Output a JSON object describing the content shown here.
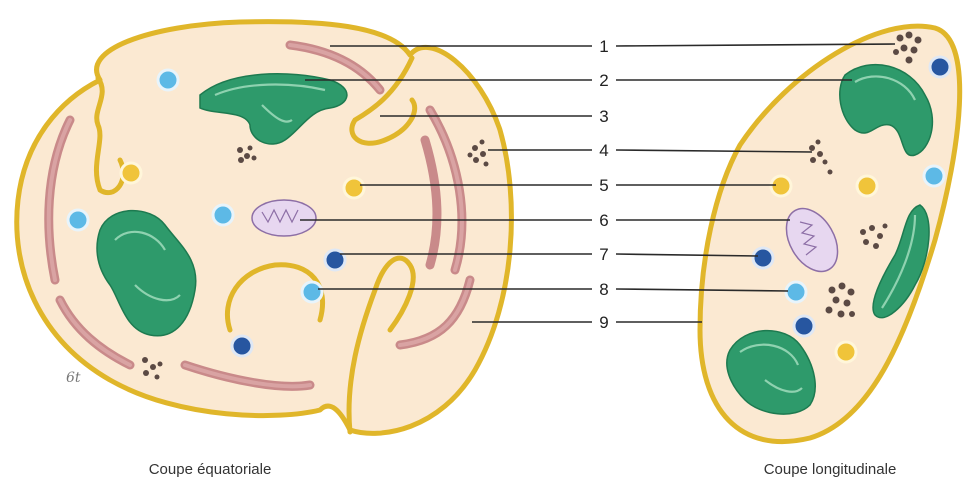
{
  "labels": [
    "1",
    "2",
    "3",
    "4",
    "5",
    "6",
    "7",
    "8",
    "9"
  ],
  "captions": {
    "left": "Coupe équatoriale",
    "right": "Coupe longitudinale"
  },
  "signature": "6t",
  "colors": {
    "membrane": "#e0b62a",
    "cytoplasm": "#fbe9d2",
    "reticulum": "#c98a8a",
    "chloroplast": "#2e9a6b",
    "vacuole_light": "#5db9e6",
    "vacuole_dark": "#2756a0",
    "vacuole_yellow": "#f0c43a",
    "mitochondrion": "#e7d7f0"
  }
}
